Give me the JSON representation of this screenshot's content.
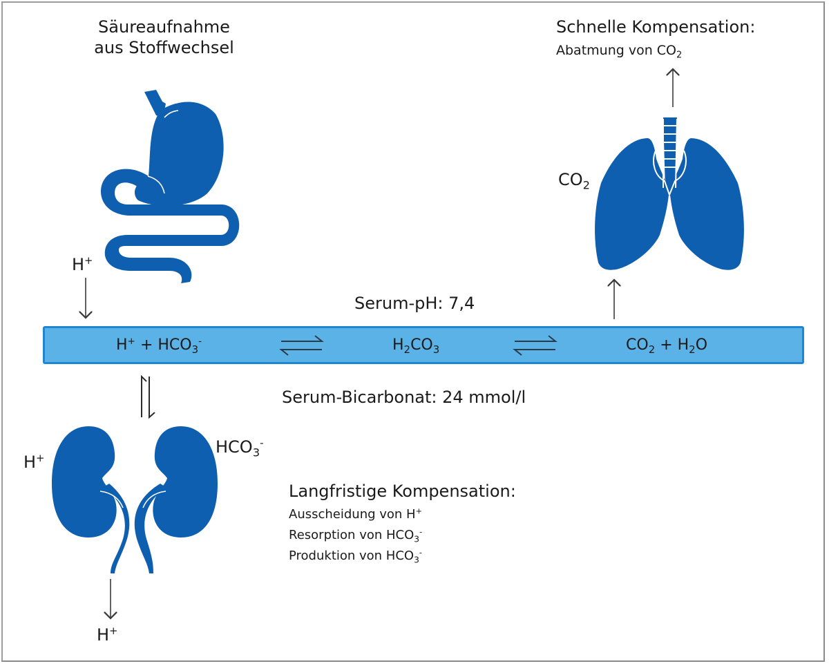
{
  "diagram": {
    "title_intake": {
      "line1": "Säureaufnahme",
      "line2": "aus Stoffwechsel"
    },
    "fast_compensation": {
      "heading": "Schnelle Kompensation:",
      "detail_prefix": "Abatmung von CO",
      "detail_sub": "2"
    },
    "lung_label": {
      "text": "CO",
      "sub": "2"
    },
    "gut_label": {
      "base": "H",
      "sup": "+"
    },
    "serum_ph": "Serum-pH: 7,4",
    "serum_bicarbonate": "Serum-Bicarbonat: 24 mmol/l",
    "equation": {
      "left": {
        "h": "H",
        "h_sup": "+",
        "plus": " + HCO",
        "sub": "3",
        "sup": "-"
      },
      "middle": {
        "h": "H",
        "h_sub": "2",
        "rest": "CO",
        "sub": "3"
      },
      "right": {
        "co": "CO",
        "co_sub": "2",
        "plus": " + H",
        "h_sub": "2",
        "o": "O"
      }
    },
    "kidney_labels": {
      "left": {
        "base": "H",
        "sup": "+"
      },
      "right": {
        "base": "HCO",
        "sub": "3",
        "sup": "-"
      },
      "bottom": {
        "base": "H",
        "sup": "+"
      }
    },
    "long_compensation": {
      "heading": "Langfristige Kompensation:",
      "items": [
        {
          "text": "Ausscheidung von H",
          "sub": "",
          "sup": "+"
        },
        {
          "text": "Resorption von HCO",
          "sub": "3",
          "sup": "-"
        },
        {
          "text": "Produktion von HCO",
          "sub": "3",
          "sup": "-"
        }
      ]
    },
    "icons": {
      "stomach": "stomach-intestine-icon",
      "lungs": "lungs-icon",
      "kidneys": "kidneys-icon"
    },
    "colors": {
      "organ_blue": "#0f5fb0",
      "bar_fill": "#5ab2e6",
      "bar_border": "#1f86cf",
      "arrow": "#3a3a3a",
      "text": "#1a1a1a"
    }
  }
}
